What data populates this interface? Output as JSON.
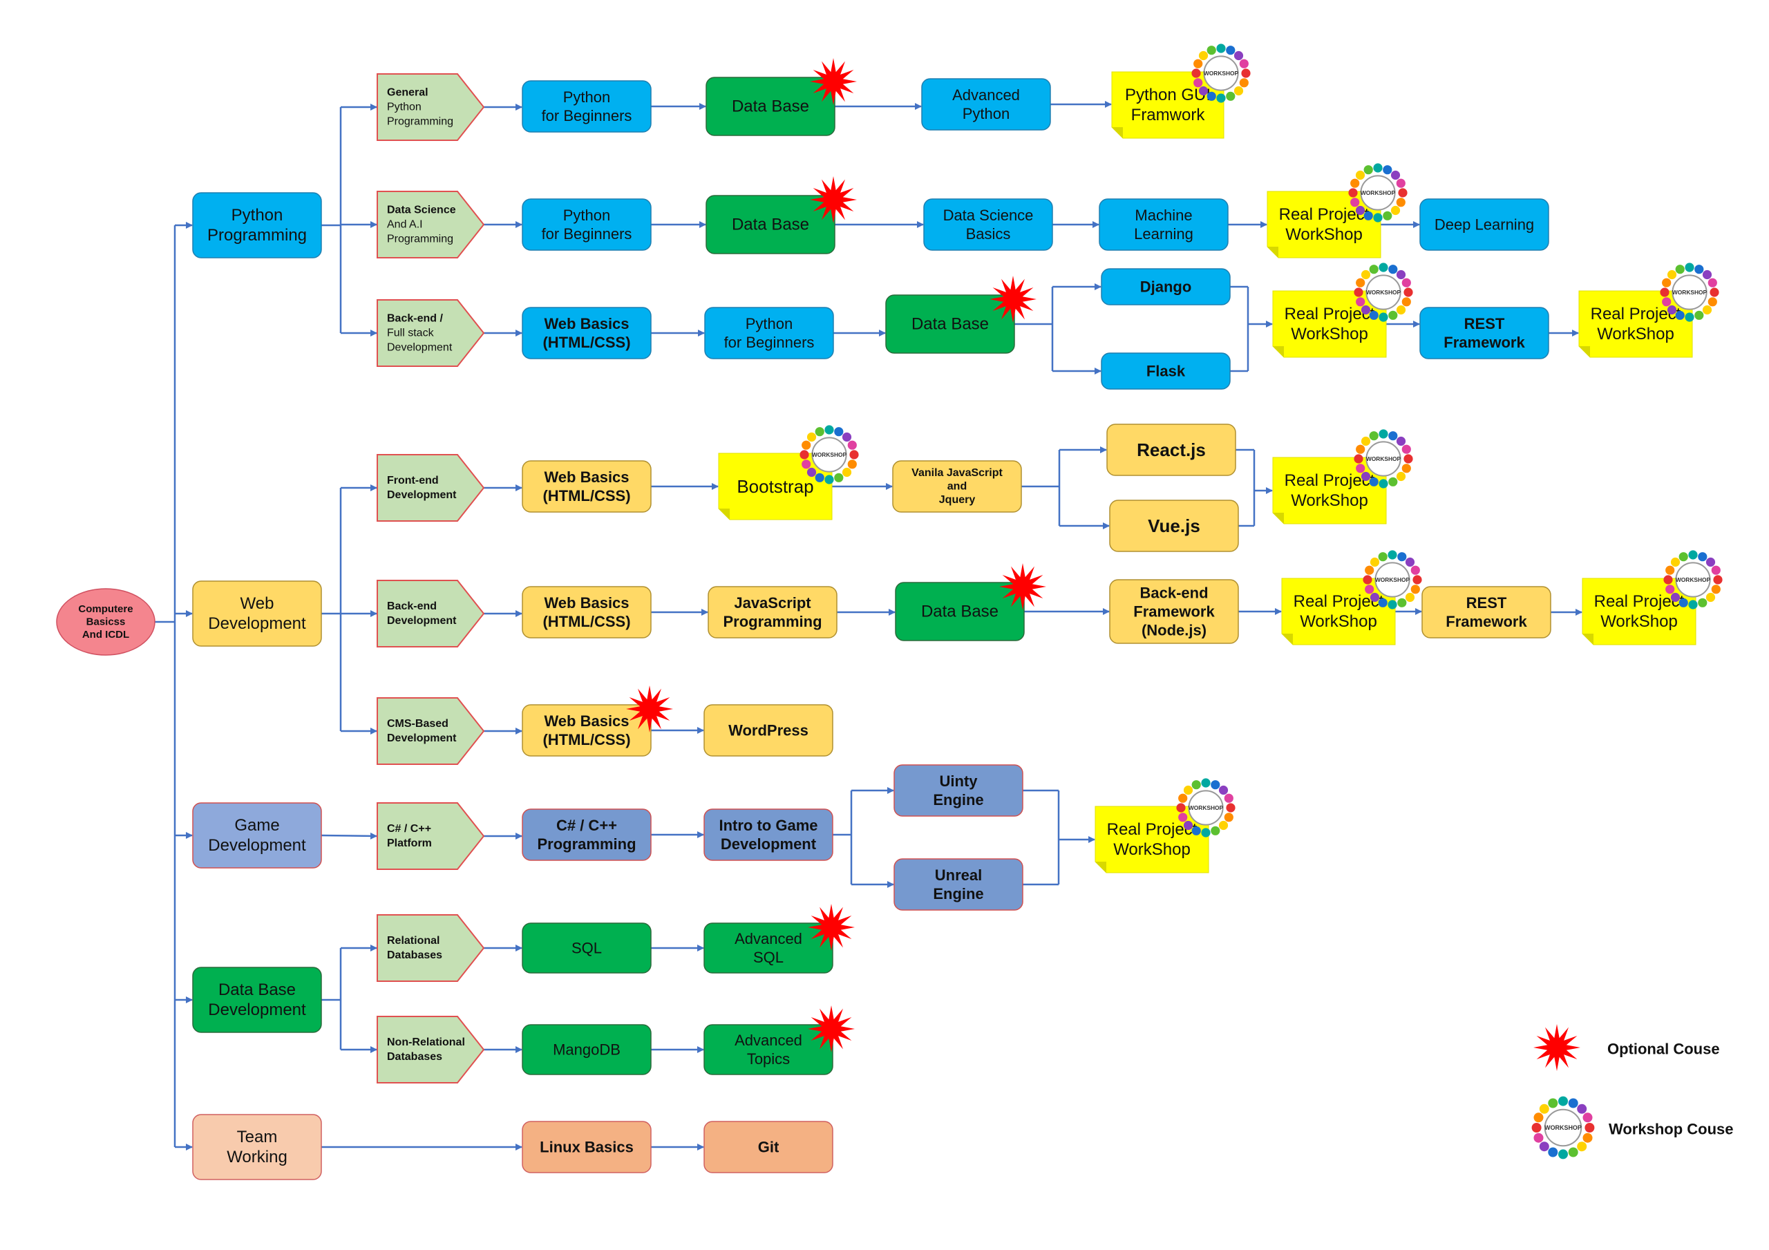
{
  "colors": {
    "root": "#F4858E",
    "python": "#00B0F0",
    "web": "#FFD966",
    "game": "#8EA9DB",
    "game_dark": "#7699CF",
    "database": "#00B050",
    "team": "#F8CBAD",
    "team_course": "#F4B183",
    "track": "#C5E0B4",
    "track_border": "#E05050",
    "workshop": "#FFFF00",
    "edge": "#4472C4",
    "star": "#FF0000"
  },
  "root": {
    "lines": [
      "Computere",
      "Basicss",
      "And ICDL"
    ]
  },
  "categories": {
    "python": [
      "Python",
      "Programming"
    ],
    "web": [
      "Web",
      "Development"
    ],
    "game": [
      "Game",
      "Development"
    ],
    "database": [
      "Data Base",
      "Development"
    ],
    "team": [
      "Team",
      "Working"
    ]
  },
  "tracks": {
    "general_python": [
      "General",
      "Python",
      "Programming"
    ],
    "data_science_ai": [
      "Data Science",
      "And A.I",
      "Programming"
    ],
    "python_backend": [
      "Back-end /",
      "Full stack",
      "Development"
    ],
    "frontend": [
      "Front-end",
      "Development"
    ],
    "web_backend": [
      "Back-end",
      "Development"
    ],
    "cms": [
      "CMS-Based",
      "Development"
    ],
    "csharp_cpp": [
      "C# / C++",
      "Platform"
    ],
    "relational": [
      "Relational",
      "Databases"
    ],
    "non_relational": [
      "Non-Relational",
      "Databases"
    ]
  },
  "courses": {
    "py_beginners_1": [
      "Python",
      "for Beginners"
    ],
    "py_database_1": [
      "Data Base"
    ],
    "advanced_python": [
      "Advanced",
      "Python"
    ],
    "py_gui_framework": [
      "Python GUI",
      "Framwork"
    ],
    "py_beginners_2": [
      "Python",
      "for Beginners"
    ],
    "py_database_2": [
      "Data Base"
    ],
    "data_science_basics": [
      "Data Science",
      "Basics"
    ],
    "machine_learning": [
      "Machine",
      "Learning"
    ],
    "real_project_1": [
      "Real Project",
      "WorkShop"
    ],
    "deep_learning": [
      "Deep Learning"
    ],
    "web_basics_py": [
      "Web Basics",
      "(HTML/CSS)"
    ],
    "py_beginners_3": [
      "Python",
      "for Beginners"
    ],
    "py_database_3": [
      "Data Base"
    ],
    "django": [
      "Django"
    ],
    "flask": [
      "Flask"
    ],
    "real_project_2": [
      "Real Project",
      "WorkShop"
    ],
    "rest_framework_py": [
      "REST",
      "Framework"
    ],
    "real_project_3": [
      "Real Project",
      "WorkShop"
    ],
    "web_basics_fe": [
      "Web Basics",
      "(HTML/CSS)"
    ],
    "bootstrap": [
      "Bootstrap"
    ],
    "vanilla_js": [
      "Vanila JavaScript",
      "and",
      "Jquery"
    ],
    "react": [
      "React.js"
    ],
    "vue": [
      "Vue.js"
    ],
    "real_project_4": [
      "Real Project",
      "WorkShop"
    ],
    "web_basics_be": [
      "Web Basics",
      "(HTML/CSS)"
    ],
    "js_programming": [
      "JavaScript",
      "Programming"
    ],
    "web_database": [
      "Data Base"
    ],
    "backend_framework": [
      "Back-end",
      "Framework",
      "(Node.js)"
    ],
    "real_project_5": [
      "Real Project",
      "WorkShop"
    ],
    "rest_framework_web": [
      "REST",
      "Framework"
    ],
    "real_project_6": [
      "Real Project",
      "WorkShop"
    ],
    "web_basics_cms": [
      "Web Basics",
      "(HTML/CSS)"
    ],
    "wordpress": [
      "WordPress"
    ],
    "csharp_cpp_programming": [
      "C# / C++",
      "Programming"
    ],
    "intro_game_dev": [
      "Intro to Game",
      "Development"
    ],
    "unity_engine": [
      "Uinty",
      "Engine"
    ],
    "unreal_engine": [
      "Unreal",
      "Engine"
    ],
    "real_project_7": [
      "Real Project",
      "WorkShop"
    ],
    "sql": [
      "SQL"
    ],
    "advanced_sql": [
      "Advanced",
      "SQL"
    ],
    "mangodb": [
      "MangoDB"
    ],
    "advanced_topics": [
      "Advanced",
      "Topics"
    ],
    "linux_basics": [
      "Linux Basics"
    ],
    "git": [
      "Git"
    ]
  },
  "badges": {
    "workshop_label": "WORKSHOP"
  },
  "legend": {
    "optional": "Optional Couse",
    "workshop": "Workshop Couse"
  }
}
